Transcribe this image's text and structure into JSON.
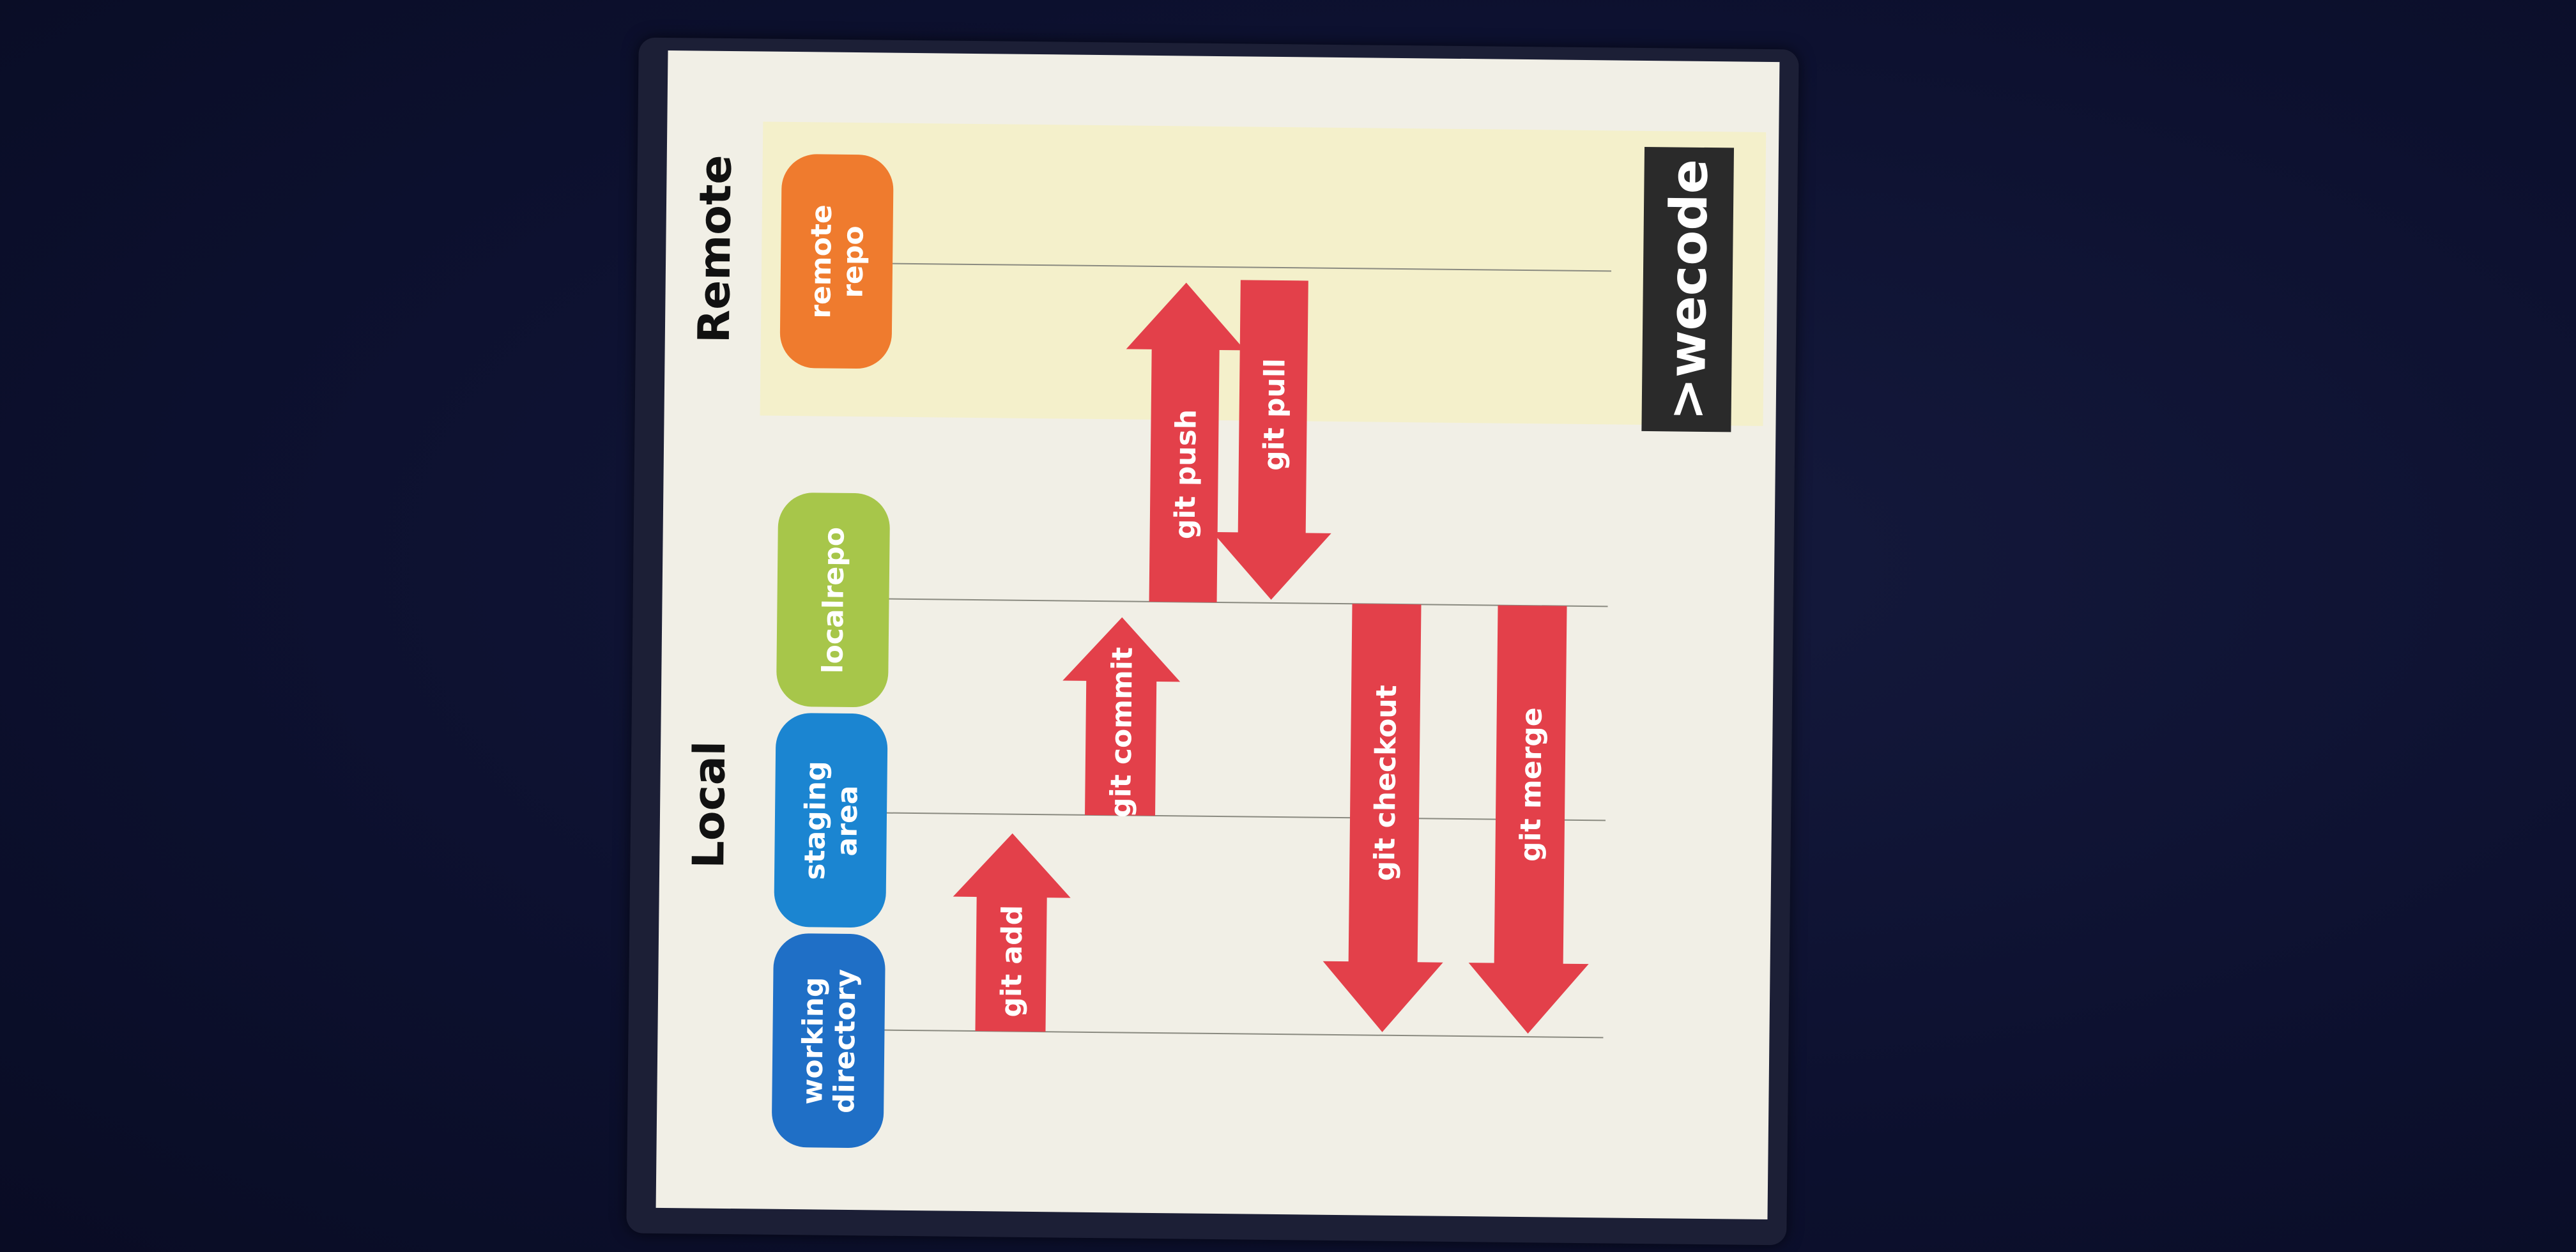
{
  "sections": {
    "local": "Local",
    "remote": "Remote"
  },
  "stages": {
    "working_directory": [
      "working",
      "directory"
    ],
    "staging_area": [
      "staging",
      "area"
    ],
    "localrepo": [
      "localrepo"
    ],
    "remote_repo": [
      "remote",
      "repo"
    ]
  },
  "commands": {
    "git_add": "git add",
    "git_commit": "git commit",
    "git_push": "git push",
    "git_pull": "git pull",
    "git_checkout": "git checkout",
    "git_merge": "git merge"
  },
  "brand": ">wecode",
  "colors": {
    "working_directory": "#1f6fc6",
    "staging_area": "#1b85d1",
    "localrepo": "#a7c64a",
    "remote_repo": "#ef7b2e",
    "arrow": "#e3404a",
    "card": "#f1efe6",
    "remote_zone": "#f4f0c6",
    "brand_bg": "#2a2a2a"
  }
}
